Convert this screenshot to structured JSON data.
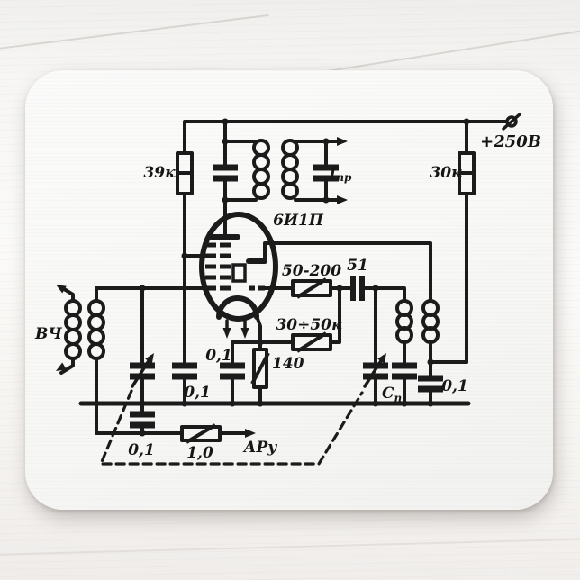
{
  "colors": {
    "ink": "#1b1b1b",
    "pad_surface": "#f7f6f4",
    "background_wood": "#f3f1ed"
  },
  "schematic": {
    "tube_label": "6И1П",
    "supply_label": "+250В",
    "rf_input_label": "ВЧ",
    "agc_output_label": "АРу",
    "if_output_label": {
      "main": "f",
      "sub": "пр"
    },
    "resistors": {
      "screen_dropper": "39к",
      "osc_anode": "30к",
      "grid_stopper": "50-200",
      "grid_leak": "30÷50к",
      "cathode_bias": "140",
      "agc_filter": "1,0"
    },
    "capacitors": {
      "screen_bypass": "0,1",
      "cathode_bypass": "0,1",
      "grid_coupling": "51",
      "padder": {
        "main": "С",
        "sub": "п"
      },
      "osc_supply_bypass": "0,1",
      "agc_filter": "0,1"
    }
  }
}
